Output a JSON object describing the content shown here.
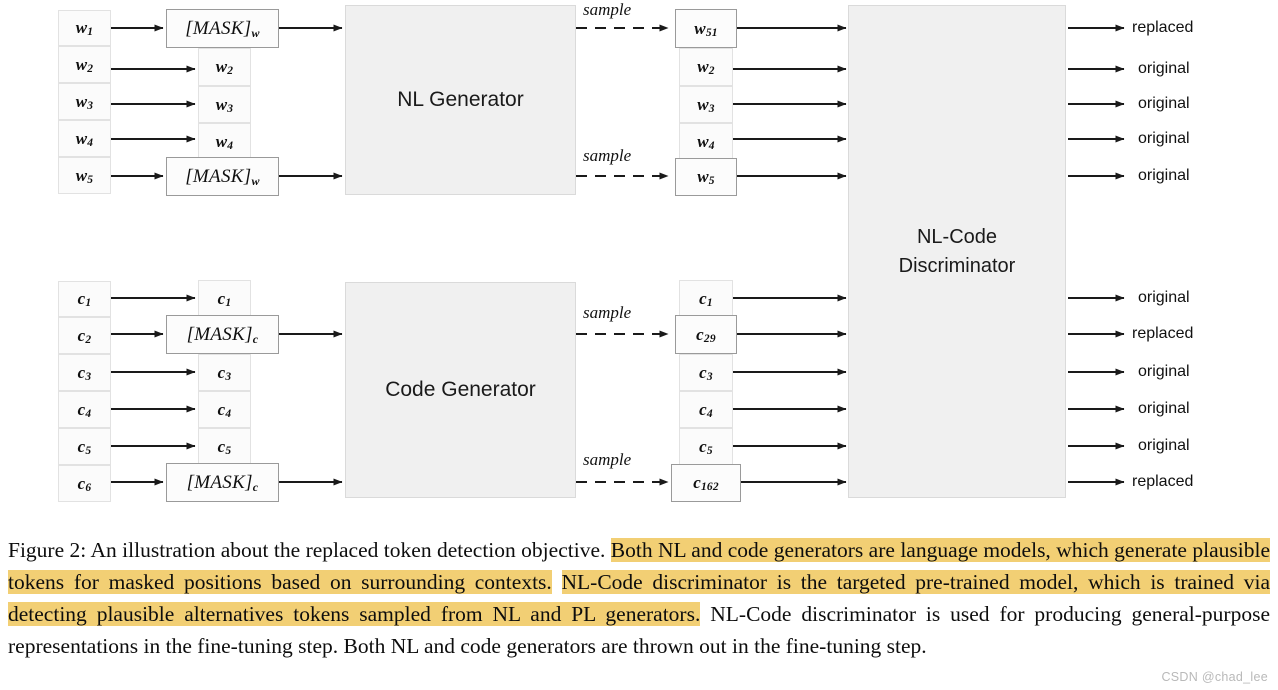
{
  "figure": {
    "nl_row": {
      "input_tokens": [
        {
          "base": "w",
          "sub": "1"
        },
        {
          "base": "w",
          "sub": "2"
        },
        {
          "base": "w",
          "sub": "3"
        },
        {
          "base": "w",
          "sub": "4"
        },
        {
          "base": "w",
          "sub": "5"
        }
      ],
      "masked_tokens": [
        {
          "mask": true,
          "base": "[MASK]",
          "sub": "w"
        },
        {
          "mask": false,
          "base": "w",
          "sub": "2"
        },
        {
          "mask": false,
          "base": "w",
          "sub": "3"
        },
        {
          "mask": false,
          "base": "w",
          "sub": "4"
        },
        {
          "mask": true,
          "base": "[MASK]",
          "sub": "w"
        }
      ],
      "generator_label": "NL Generator",
      "sample_labels": [
        "sample",
        "sample"
      ],
      "sampled_tokens": [
        {
          "base": "w",
          "sub": "51",
          "replaced": true
        },
        {
          "base": "w",
          "sub": "2",
          "replaced": false
        },
        {
          "base": "w",
          "sub": "3",
          "replaced": false
        },
        {
          "base": "w",
          "sub": "4",
          "replaced": false
        },
        {
          "base": "w",
          "sub": "5",
          "replaced": true
        }
      ],
      "outputs": [
        "replaced",
        "original",
        "original",
        "original",
        "original"
      ]
    },
    "code_row": {
      "input_tokens": [
        {
          "base": "c",
          "sub": "1"
        },
        {
          "base": "c",
          "sub": "2"
        },
        {
          "base": "c",
          "sub": "3"
        },
        {
          "base": "c",
          "sub": "4"
        },
        {
          "base": "c",
          "sub": "5"
        },
        {
          "base": "c",
          "sub": "6"
        }
      ],
      "masked_tokens": [
        {
          "mask": false,
          "base": "c",
          "sub": "1"
        },
        {
          "mask": true,
          "base": "[MASK]",
          "sub": "c"
        },
        {
          "mask": false,
          "base": "c",
          "sub": "3"
        },
        {
          "mask": false,
          "base": "c",
          "sub": "4"
        },
        {
          "mask": false,
          "base": "c",
          "sub": "5"
        },
        {
          "mask": true,
          "base": "[MASK]",
          "sub": "c"
        }
      ],
      "generator_label": "Code Generator",
      "sample_labels": [
        "sample",
        "sample"
      ],
      "sampled_tokens": [
        {
          "base": "c",
          "sub": "1",
          "replaced": false
        },
        {
          "base": "c",
          "sub": "29",
          "replaced": true
        },
        {
          "base": "c",
          "sub": "3",
          "replaced": false
        },
        {
          "base": "c",
          "sub": "4",
          "replaced": false
        },
        {
          "base": "c",
          "sub": "5",
          "replaced": false
        },
        {
          "base": "c",
          "sub": "162",
          "replaced": true
        }
      ],
      "outputs": [
        "original",
        "replaced",
        "original",
        "original",
        "original",
        "replaced"
      ]
    },
    "discriminator_label": "NL-Code Discriminator",
    "discriminator_line1": "NL-Code",
    "discriminator_line2": "Discriminator",
    "colors": {
      "block_fill": "#f0f0f0",
      "block_border": "#dadada",
      "cell_fill": "#fbfbfb",
      "cell_border": "#e2e2e2",
      "cell_border_dark": "#9a9a9a",
      "arrow": "#1a1a1a",
      "highlight": "#f2cf74"
    }
  },
  "caption": {
    "label": "Figure 2:",
    "segments": [
      {
        "text": "Figure 2: An illustration about the replaced token detection objective. ",
        "highlight": false
      },
      {
        "text": "Both NL and code generators are language models, which generate plausible tokens for masked positions based on surrounding contexts.",
        "highlight": true
      },
      {
        "text": " ",
        "highlight": false
      },
      {
        "text": "NL-Code discriminator is the targeted pre-trained model, which is trained via detecting plausible alternatives tokens sampled from NL and PL generators.",
        "highlight": true
      },
      {
        "text": " NL-Code discriminator is used for producing general-purpose representations in the fine-tuning step. Both NL and code generators are thrown out in the fine-tuning step.",
        "highlight": false
      }
    ]
  },
  "watermark": "CSDN @chad_lee"
}
